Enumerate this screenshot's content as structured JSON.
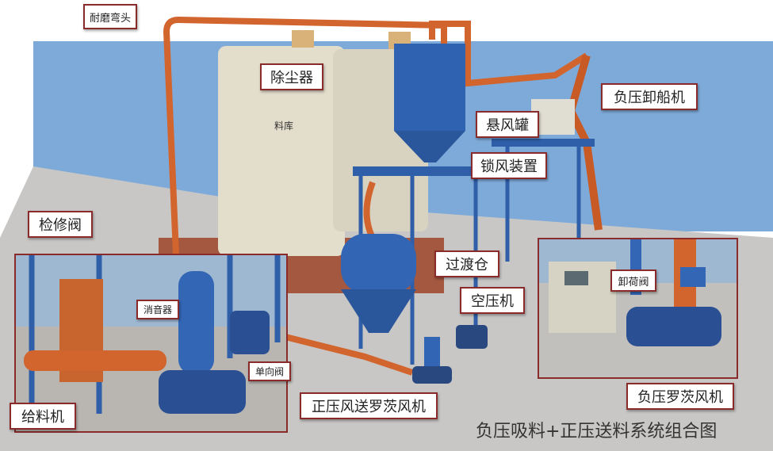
{
  "labels": {
    "wear_elbow": "耐磨弯头",
    "dust_collector": "除尘器",
    "silo": "料库",
    "suspension_tank": "悬风罐",
    "ship_unloader": "负压卸船机",
    "airlock": "锁风装置",
    "service_valve": "检修阀",
    "transition_bin": "过渡仓",
    "air_compressor": "空压机",
    "unloading_valve": "卸荷阀",
    "silencer": "消音器",
    "check_valve": "单向阀",
    "feeder": "给料机",
    "positive_blower": "正压风送罗茨风机",
    "negative_blower": "负压罗茨风机"
  },
  "title": "负压吸料+正压送料系统组合图",
  "colors": {
    "sky": "#7eaad9",
    "pipe": "#d2642e",
    "steel": "#2f5fa8",
    "label_border": "#8a2b2b",
    "silo": "#e3ddcc",
    "ground": "#c9c7c5"
  }
}
